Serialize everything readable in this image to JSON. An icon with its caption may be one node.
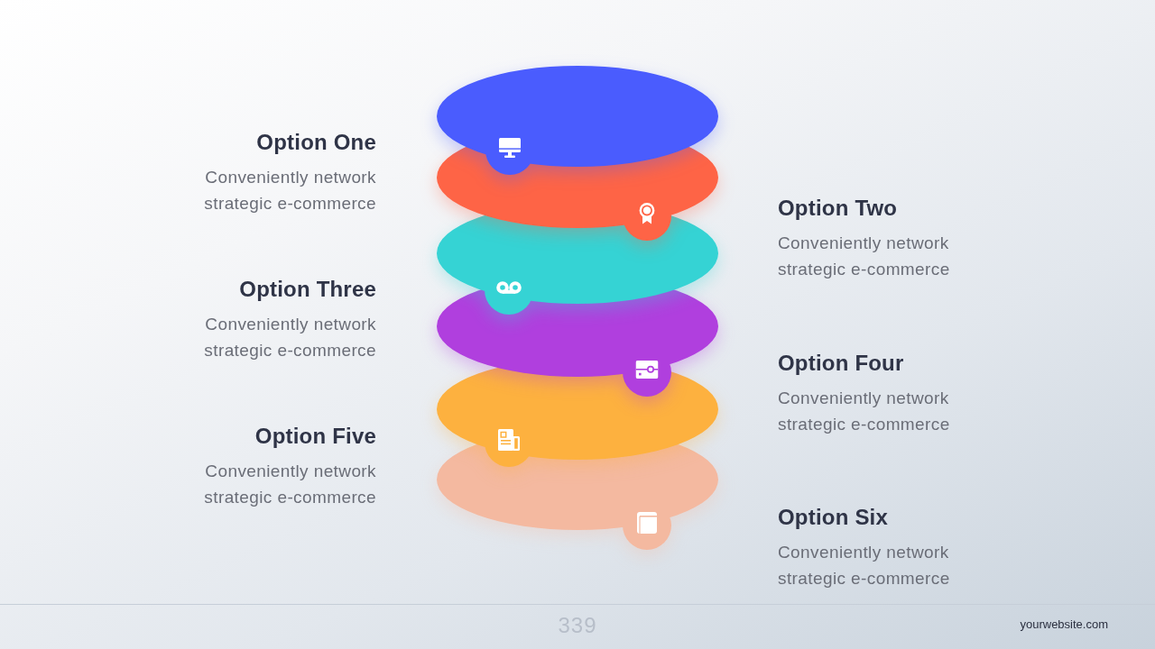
{
  "diagram": {
    "nodes": [
      {
        "text": [],
        "shape": "ellipse",
        "beside": [
          "Option One",
          "Conveniently network strategic e-commerce"
        ]
      },
      {
        "text": [],
        "shape": "ellipse",
        "beside": [
          "Option Two",
          "Conveniently network strategic e-commerce"
        ]
      },
      {
        "text": [],
        "shape": "ellipse",
        "beside": [
          "Option Three",
          "Conveniently network strategic e-commerce"
        ]
      },
      {
        "text": [],
        "shape": "ellipse",
        "beside": [
          "Option Four",
          "Conveniently network strategic e-commerce"
        ]
      },
      {
        "text": [],
        "shape": "ellipse",
        "beside": [
          "Option Five",
          "Conveniently network strategic e-commerce"
        ]
      },
      {
        "text": [],
        "shape": "ellipse",
        "beside": [
          "Option Six",
          "Conveniently network strategic e-commerce"
        ]
      }
    ],
    "labels": [
      "339",
      "yourwebsite.com"
    ]
  }
}
